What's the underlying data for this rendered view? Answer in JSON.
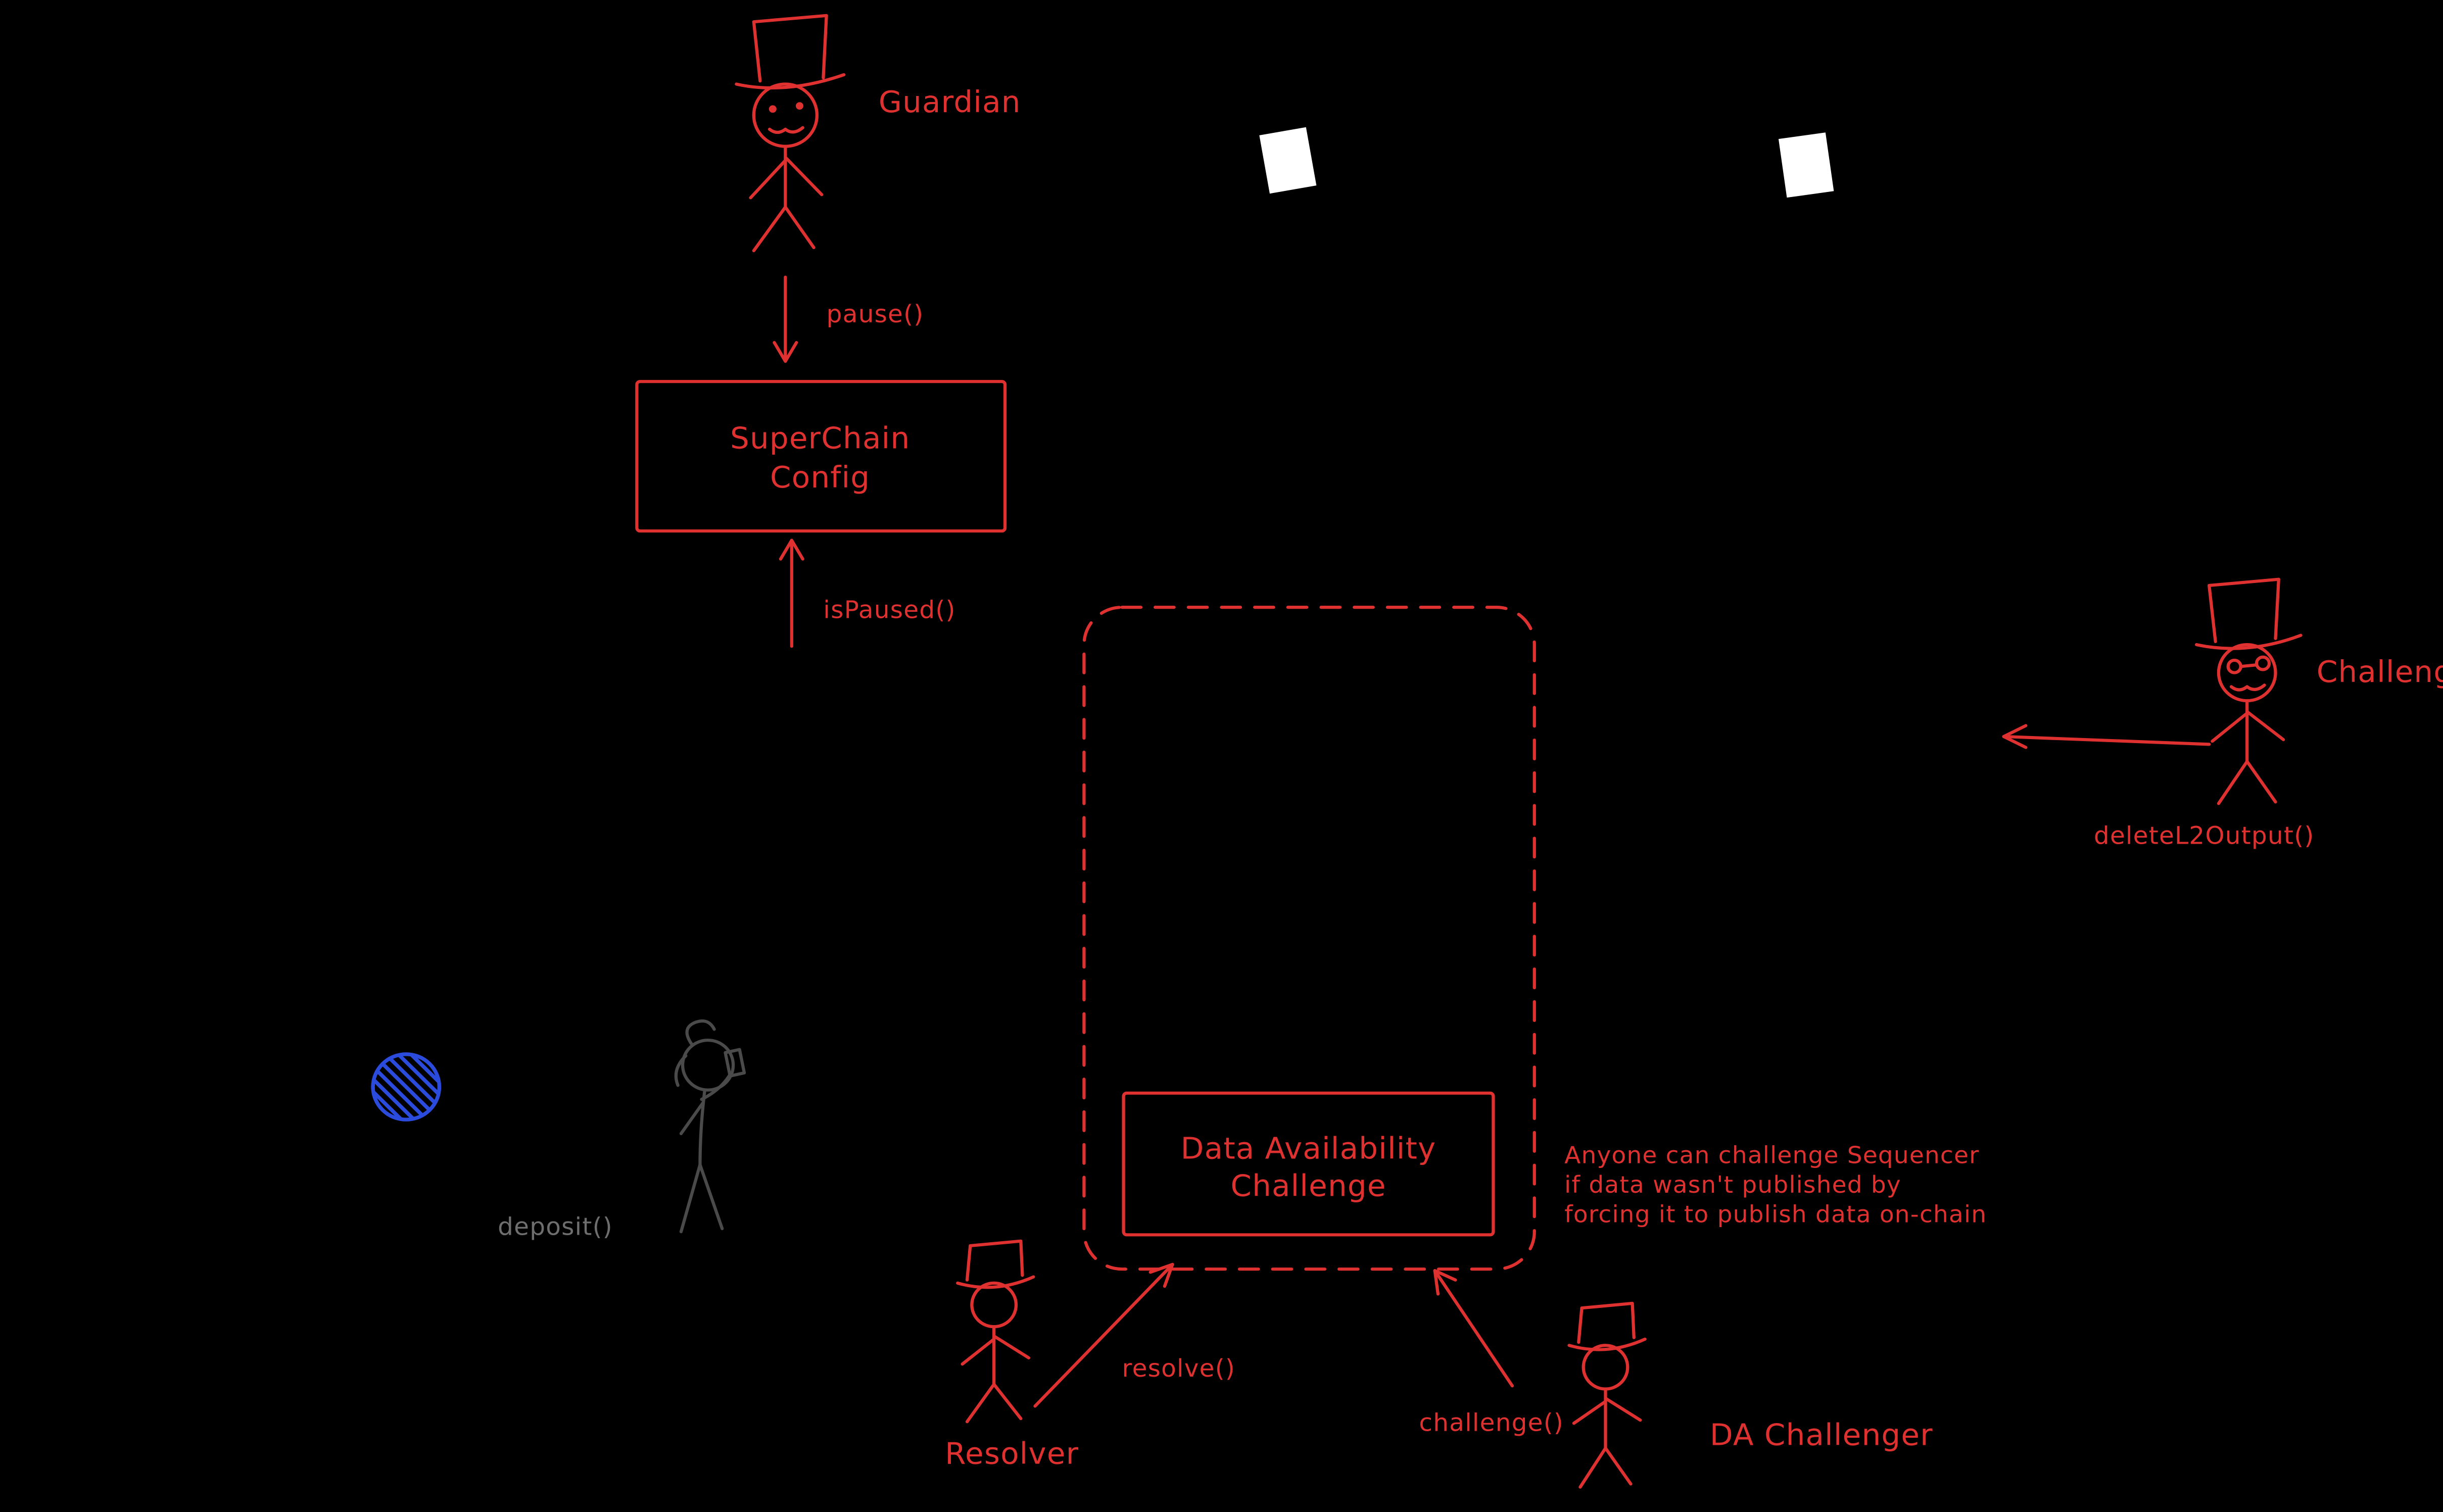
{
  "colors": {
    "background": "#000000",
    "accent_red": "#e03131",
    "figure_gray": "#4a4a4a",
    "label_gray": "#6e6e6e",
    "blue": "#2b4bdd",
    "white": "#ffffff"
  },
  "actors": {
    "guardian": {
      "label": "Guardian"
    },
    "challenger": {
      "label": "Challenger",
      "call": "deleteL2Output()"
    },
    "resolver": {
      "label": "Resolver",
      "call": "resolve()"
    },
    "da_challenger": {
      "label": "DA Challenger",
      "call": "challenge()"
    },
    "depositor": {
      "call": "deposit()"
    }
  },
  "calls": {
    "pause": "pause()",
    "is_paused": "isPaused()"
  },
  "boxes": {
    "superchain_config": {
      "line1": "SuperChain",
      "line2": "Config"
    },
    "da_challenge": {
      "line1": "Data Availability",
      "line2": "Challenge"
    }
  },
  "annotation": {
    "line1": "Anyone can challenge Sequencer",
    "line2": "if data wasn't published by",
    "line3": "forcing it to publish data on-chain"
  }
}
